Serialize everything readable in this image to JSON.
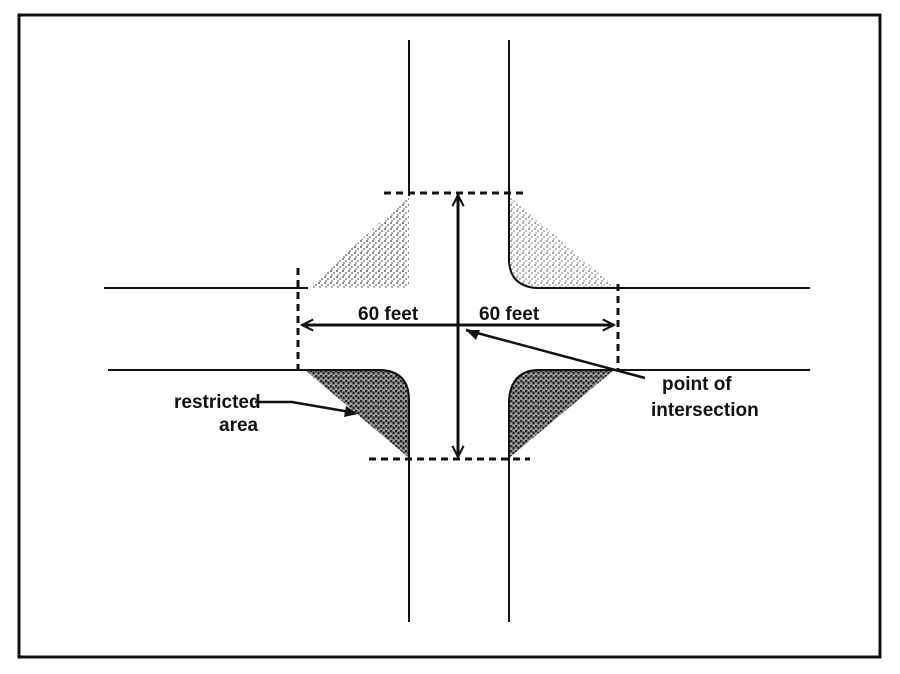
{
  "diagram": {
    "labels": {
      "left_distance": "60 feet",
      "right_distance": "60 feet",
      "restricted_line1": "restricted",
      "restricted_line2": "area",
      "point_line1": "point of",
      "point_line2": "intersection"
    },
    "colors": {
      "ink": "#111111",
      "background": "#ffffff"
    }
  }
}
